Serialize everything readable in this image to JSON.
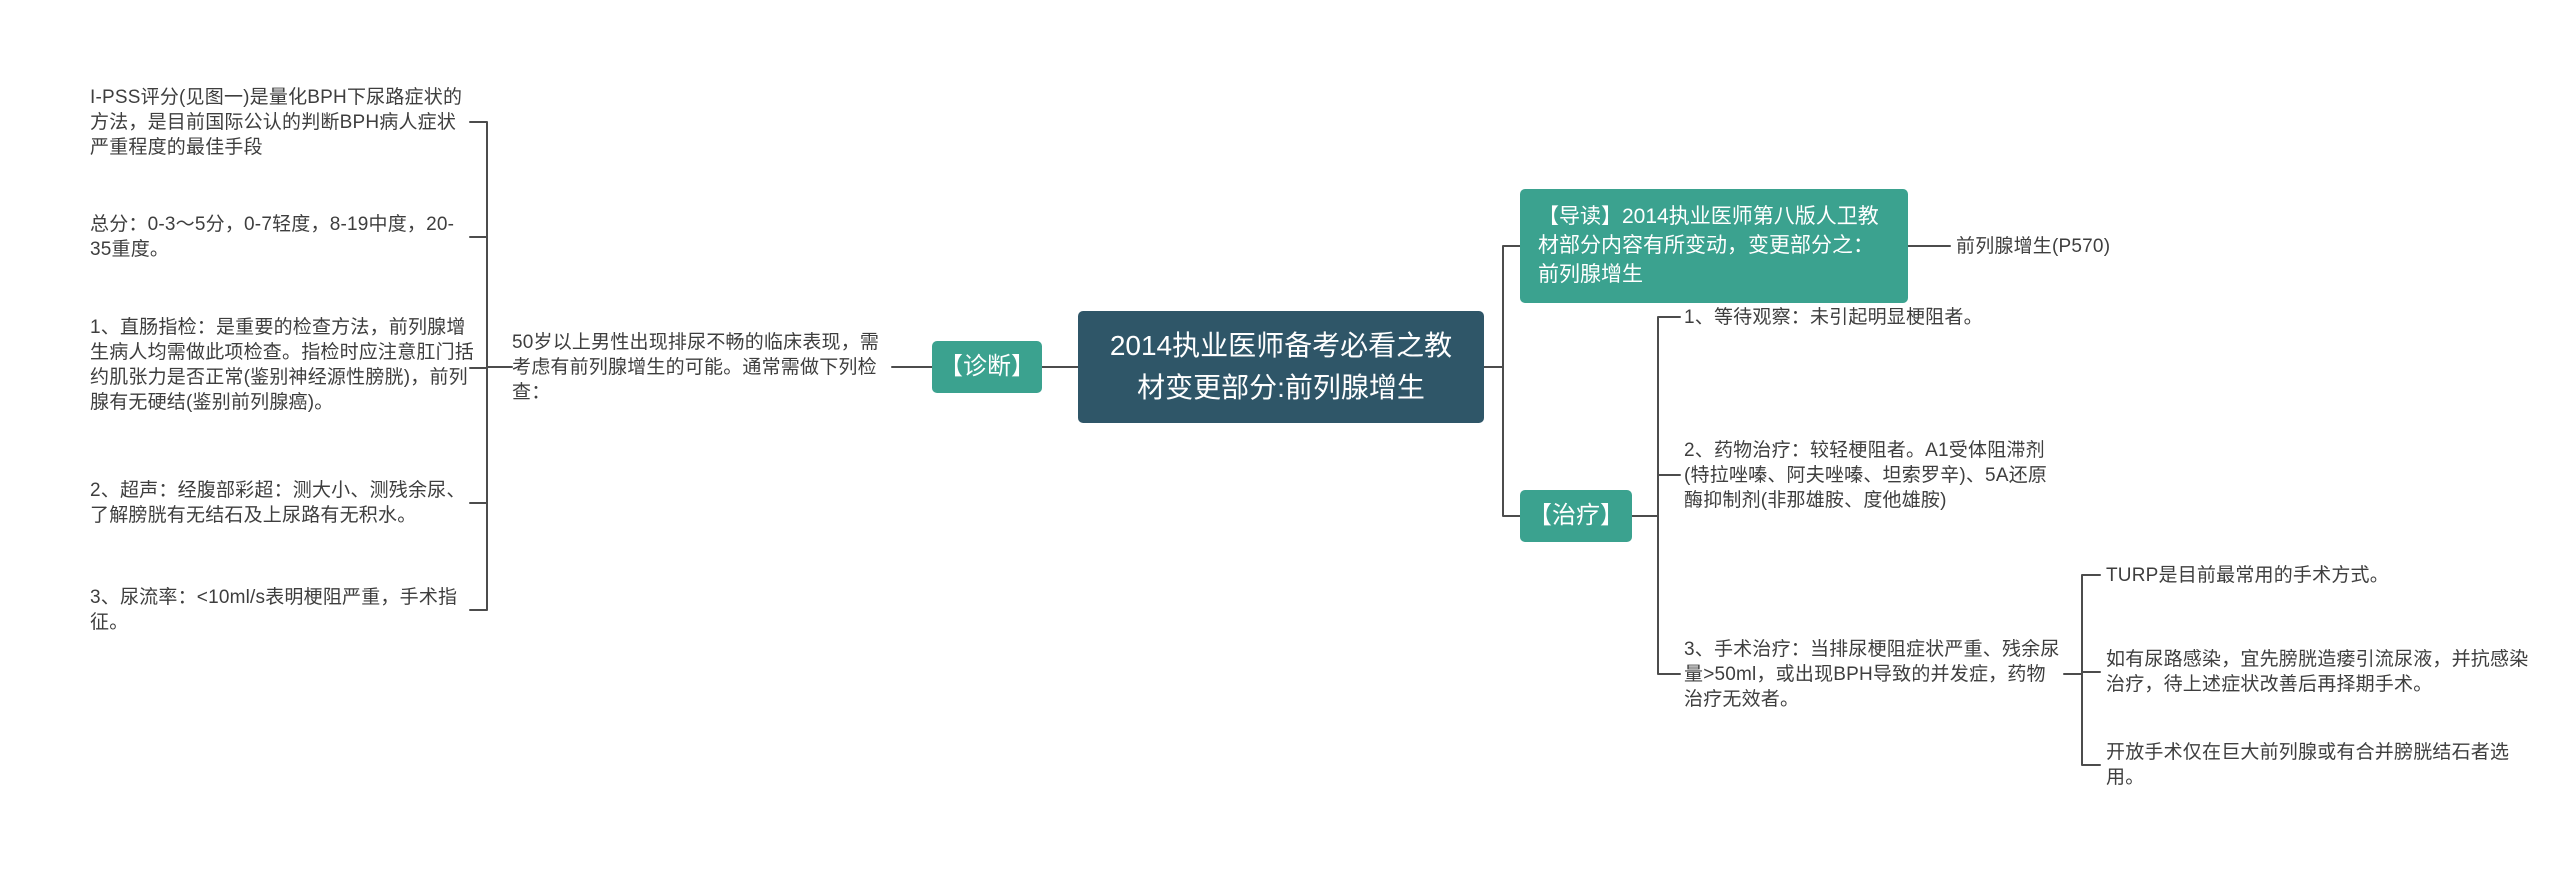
{
  "title": "2014执业医师备考必看之教材变更部分:前列腺增生",
  "colors": {
    "teal": "#3BA28F",
    "dark_slate": "#2F5668",
    "line": "#4C4C4C",
    "text": "#3E3E3E",
    "background": "#FFFFFF"
  },
  "intro": {
    "label": "【导读】2014执业医师第八版人卫教材部分内容有所变动，变更部分之：前列腺增生",
    "reference": "前列腺增生(P570)"
  },
  "diagnosis": {
    "label": "【诊断】",
    "summary": "50岁以上男性出现排尿不畅的临床表现，需考虑有前列腺增生的可能。通常需做下列检查：",
    "notes": [
      "I-PSS评分(见图一)是量化BPH下尿路症状的方法，是目前国际公认的判断BPH病人症状严重程度的最佳手段",
      "总分：0-3～5分，0-7轻度，8-19中度，20-35重度。",
      "1、直肠指检：是重要的检查方法，前列腺增生病人均需做此项检查。指检时应注意肛门括约肌张力是否正常(鉴别神经源性膀胱)，前列腺有无硬结(鉴别前列腺癌)。",
      "2、超声：经腹部彩超：测大小、测残余尿、了解膀胱有无结石及上尿路有无积水。",
      "3、尿流率：<10ml/s表明梗阻严重，手术指征。"
    ]
  },
  "treatment": {
    "label": "【治疗】",
    "options": [
      "1、等待观察：未引起明显梗阻者。",
      "2、药物治疗：较轻梗阻者。A1受体阻滞剂(特拉唑嗪、阿夫唑嗪、坦索罗辛)、5A还原酶抑制剂(非那雄胺、度他雄胺)",
      "3、手术治疗：当排尿梗阻症状严重、残余尿量>50ml，或出现BPH导致的并发症，药物治疗无效者。"
    ],
    "surgery_notes": [
      "TURP是目前最常用的手术方式。",
      "如有尿路感染，宜先膀胱造瘘引流尿液，并抗感染治疗，待上述症状改善后再择期手术。",
      "开放手术仅在巨大前列腺或有合并膀胱结石者选用。"
    ]
  }
}
